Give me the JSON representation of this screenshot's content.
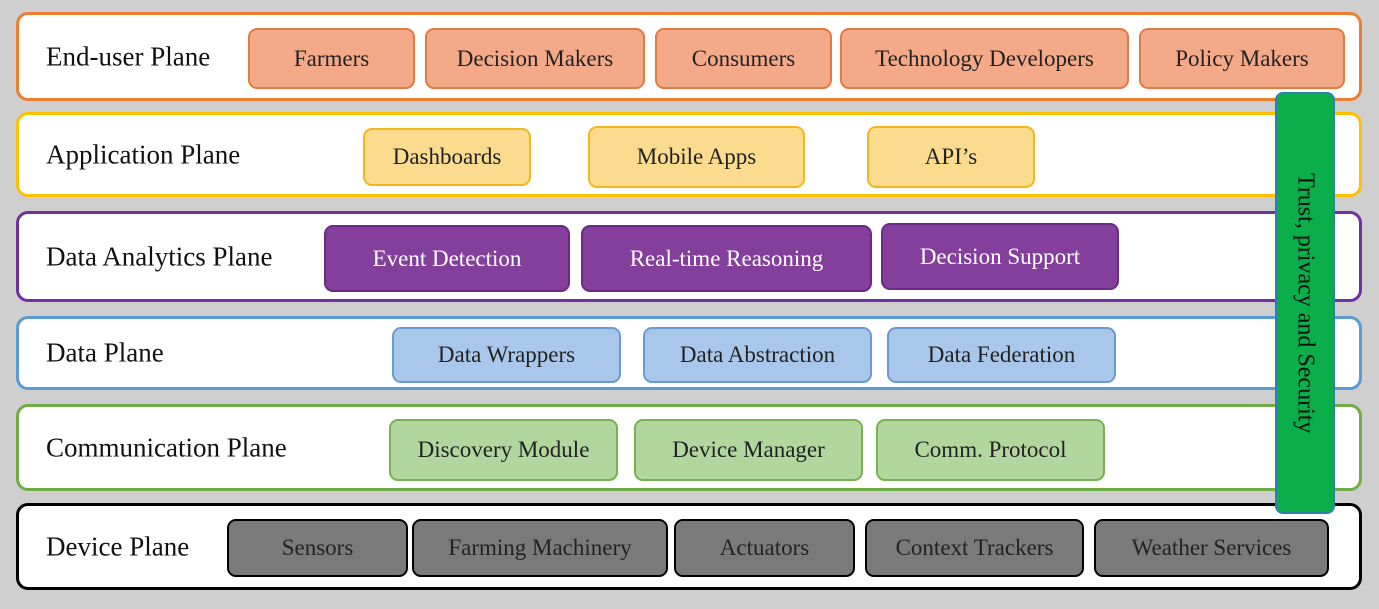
{
  "planes": [
    {
      "label": "End-user Plane",
      "items": [
        "Farmers",
        "Decision Makers",
        "Consumers",
        "Technology Developers",
        "Policy Makers"
      ],
      "border_color": "#ed7d31",
      "box_color": "#f4a989"
    },
    {
      "label": "Application Plane",
      "items": [
        "Dashboards",
        "Mobile Apps",
        "API’s"
      ],
      "border_color": "#ffc000",
      "box_color": "#fbdb8e"
    },
    {
      "label": "Data Analytics Plane",
      "items": [
        "Event Detection",
        "Real-time Reasoning",
        "Decision Support"
      ],
      "border_color": "#7030a0",
      "box_color": "#843e9b"
    },
    {
      "label": "Data Plane",
      "items": [
        "Data Wrappers",
        "Data Abstraction",
        "Data Federation"
      ],
      "border_color": "#5b9bd5",
      "box_color": "#a8c7ea"
    },
    {
      "label": "Communication Plane",
      "items": [
        "Discovery Module",
        "Device Manager",
        "Comm. Protocol"
      ],
      "border_color": "#70ad47",
      "box_color": "#b1d69e"
    },
    {
      "label": "Device Plane",
      "items": [
        "Sensors",
        "Farming Machinery",
        "Actuators",
        "Context Trackers",
        "Weather Services"
      ],
      "border_color": "#000000",
      "box_color": "#7a7a7a"
    }
  ],
  "trust_bar": {
    "label": "Trust, privacy and Security",
    "color": "#0cae4c"
  }
}
